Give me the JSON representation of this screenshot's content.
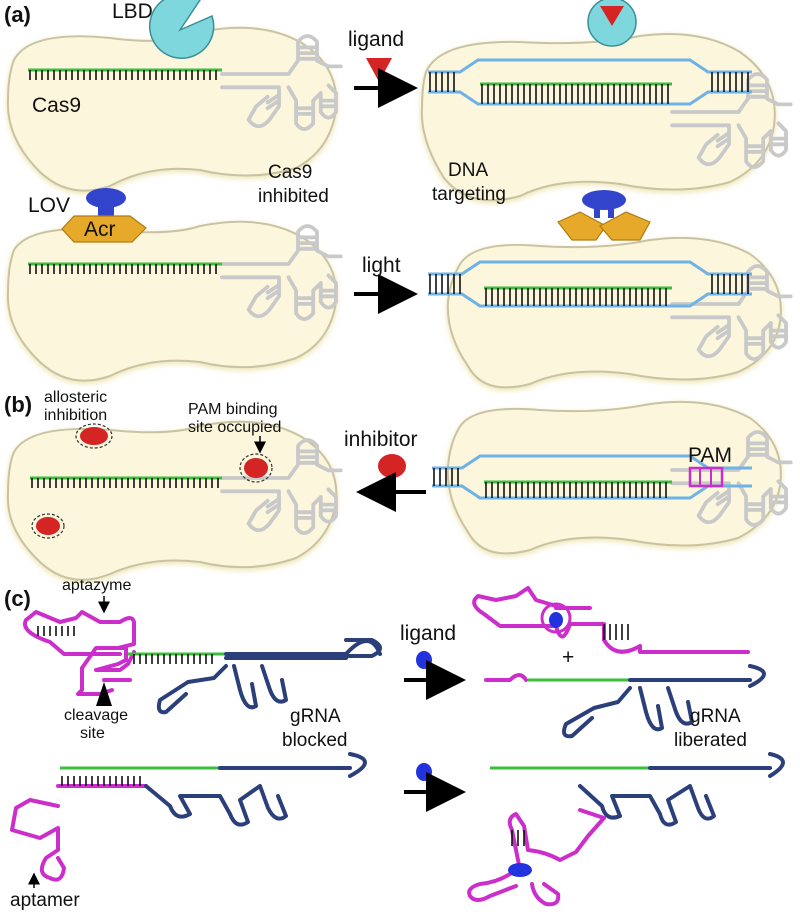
{
  "panels": {
    "a": "(a)",
    "b": "(b)",
    "c": "(c)"
  },
  "labels": {
    "lbd": "LBD",
    "cas9": "Cas9",
    "ligand_a": "ligand",
    "cas9_inhibited_1": "Cas9",
    "cas9_inhibited_2": "inhibited",
    "dna_targeting_1": "DNA",
    "dna_targeting_2": "targeting",
    "lov": "LOV",
    "acr": "Acr",
    "light": "light",
    "allosteric_1": "allosteric",
    "allosteric_2": "inhibition",
    "pam_binding_1": "PAM binding",
    "pam_binding_2": "site occupied",
    "inhibitor": "inhibitor",
    "pam": "PAM",
    "aptazyme": "aptazyme",
    "ligand_c": "ligand",
    "plus": "+",
    "cleavage_1": "cleavage",
    "cleavage_2": "site",
    "grna_blocked_1": "gRNA",
    "grna_blocked_2": "blocked",
    "grna_liberated_1": "gRNA",
    "grna_liberated_2": "liberated",
    "aptamer": "aptamer"
  },
  "colors": {
    "cas9_body": "#fbf6dc",
    "grna_scaffold": "#c9c9c9",
    "guide": "#3bbf3b",
    "target_dna": "#6fb3e6",
    "pam": "#cc2ecc",
    "aptazyme": "#cc2ecc",
    "grna_dark": "#2b3f7a",
    "lbd": "#7fd7de",
    "ligand": "#d42424",
    "lov": "#3344cc",
    "acr": "#e7a92a",
    "inhibitor": "#d42424",
    "small_ligand": "#2233dd"
  }
}
